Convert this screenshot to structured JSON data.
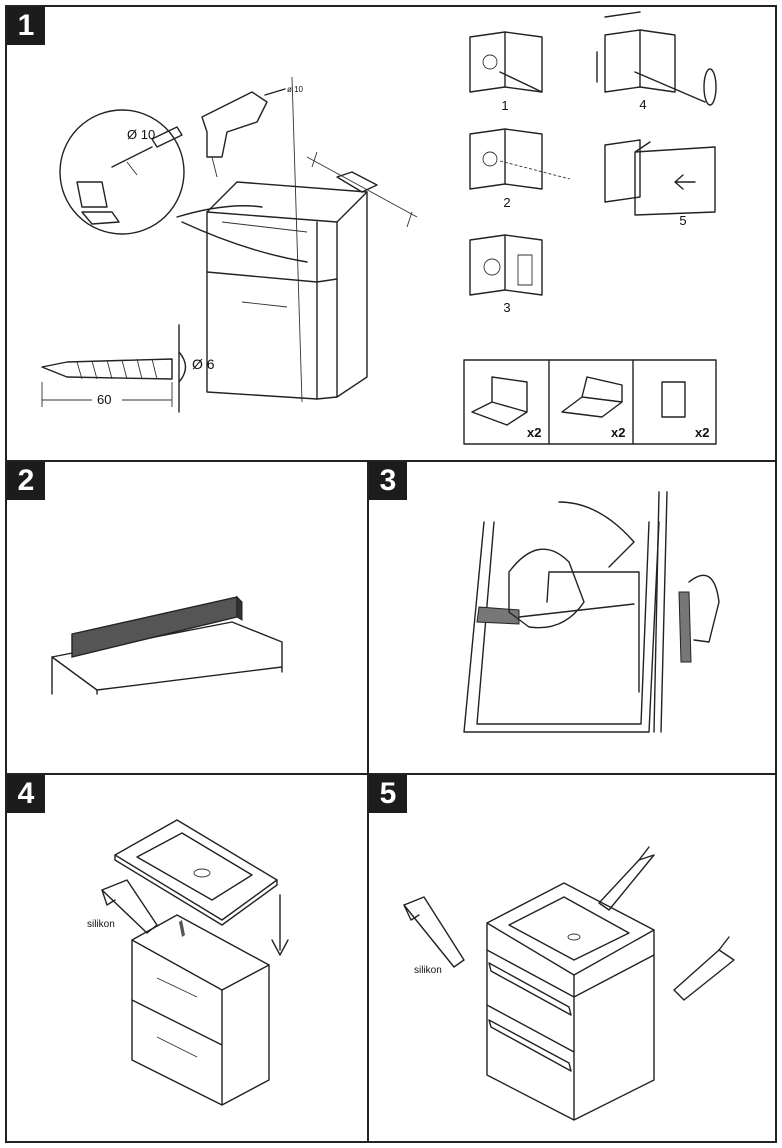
{
  "steps": [
    {
      "number": "1"
    },
    {
      "number": "2"
    },
    {
      "number": "3"
    },
    {
      "number": "4"
    },
    {
      "number": "5"
    }
  ],
  "step1": {
    "drill_label": "ø 10",
    "dowel_diameter": "Ø 10",
    "screw_diameter": "Ø 6",
    "screw_length": "60",
    "substeps": [
      "1",
      "2",
      "3",
      "4",
      "5"
    ],
    "parts_counts": [
      "x2",
      "x2",
      "x2"
    ]
  },
  "step4": {
    "sealant_label": "silikon"
  },
  "step5": {
    "sealant_label": "silikon"
  }
}
